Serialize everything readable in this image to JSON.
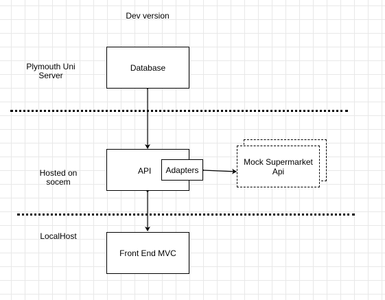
{
  "diagram": {
    "title": "Dev version",
    "zones": {
      "server": "Plymouth Uni\nServer",
      "hosted": "Hosted on\nsocem",
      "local": "LocalHost"
    },
    "nodes": {
      "database": "Database",
      "api": "API",
      "adapters": "Adapters",
      "mock_api": "Mock Supermarket\nApi",
      "frontend": "Front End MVC"
    },
    "colors": {
      "grid": "#e8e8e8",
      "stroke": "#000000",
      "fill": "#ffffff"
    }
  }
}
